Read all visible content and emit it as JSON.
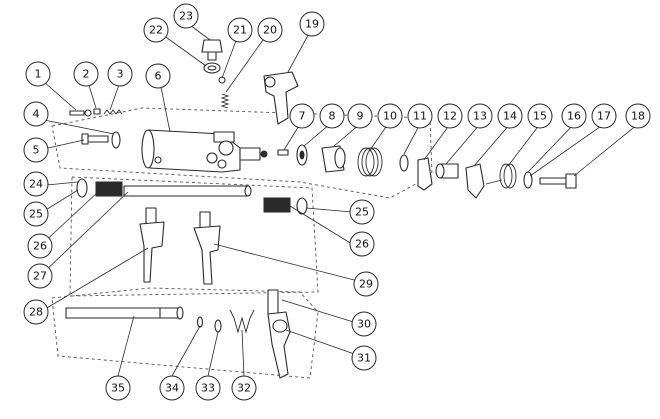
{
  "callouts": [
    "1",
    "2",
    "3",
    "4",
    "5",
    "6",
    "7",
    "8",
    "9",
    "10",
    "11",
    "12",
    "13",
    "14",
    "15",
    "16",
    "17",
    "18",
    "19",
    "20",
    "21",
    "22",
    "23",
    "24",
    "25",
    "25",
    "26",
    "26",
    "27",
    "28",
    "29",
    "30",
    "31",
    "32",
    "33",
    "34",
    "35"
  ],
  "colors": {
    "line": "#2a2a2a",
    "background": "#ffffff"
  }
}
